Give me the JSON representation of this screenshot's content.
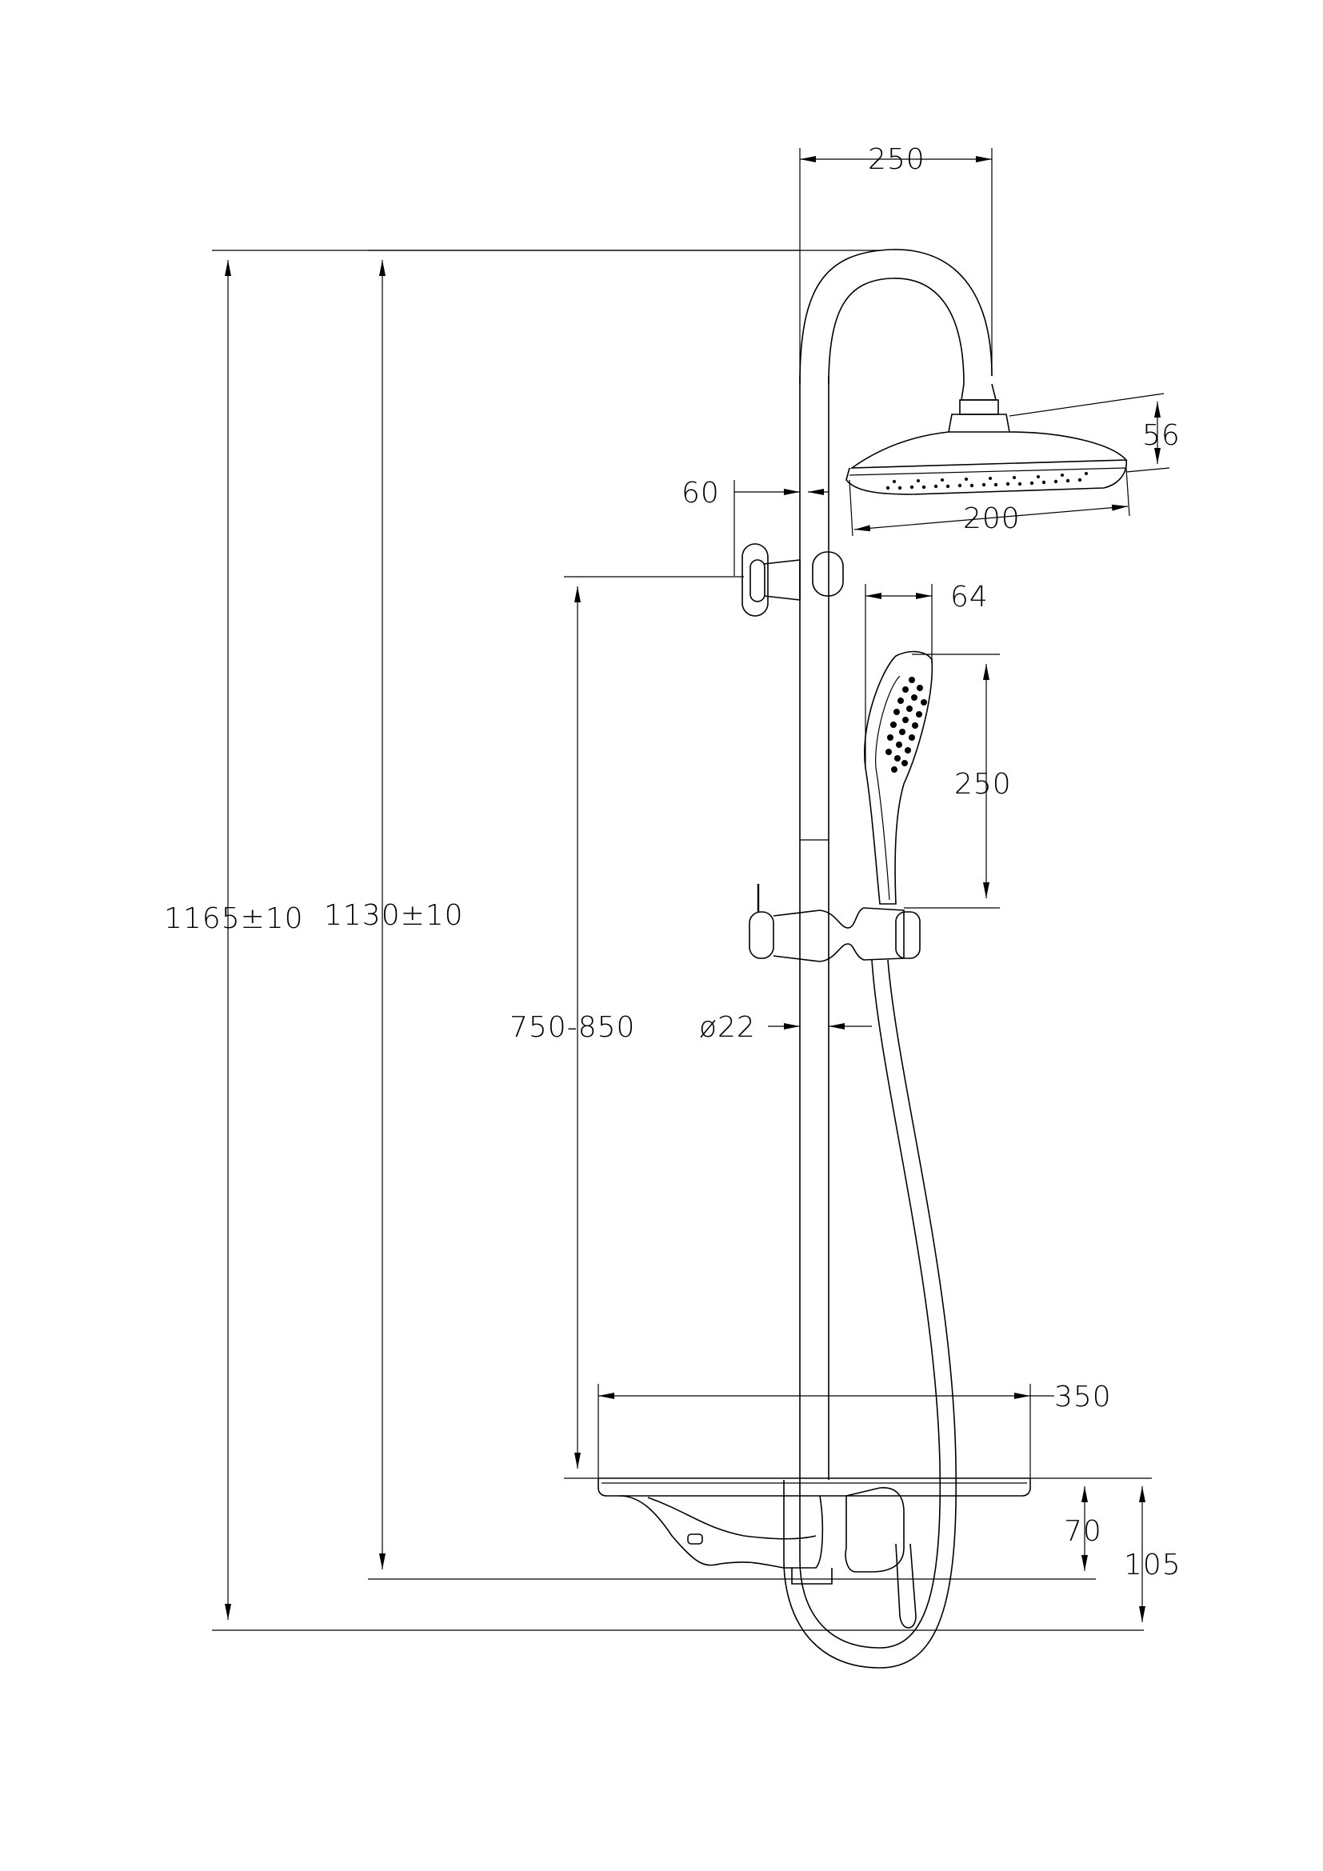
{
  "dimensions": {
    "overall_height": "1165±10",
    "head_height": "1130±10",
    "bar_height_range": "750-850",
    "arm_reach": "250",
    "head_thickness": "56",
    "head_diameter": "200",
    "wall_offset": "60",
    "hand_width": "64",
    "hand_length": "250",
    "pipe_diameter": "ø22",
    "shelf_width": "350",
    "shelf_height": "70",
    "mixer_height": "105"
  },
  "colors": {
    "line": "#000000",
    "background": "#ffffff"
  },
  "icons": [
    "overhead-shower-head",
    "hand-shower",
    "wall-bracket",
    "slide-holder",
    "thermostatic-mixer",
    "hose"
  ]
}
